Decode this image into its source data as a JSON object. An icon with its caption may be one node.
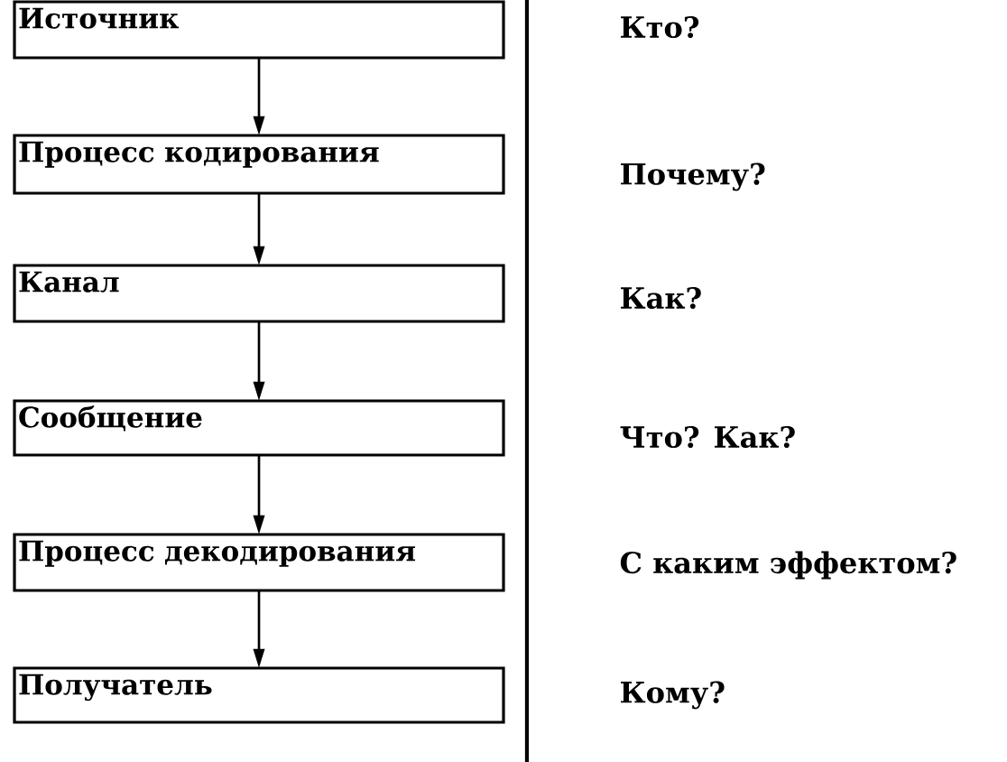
{
  "diagram": {
    "nodes": [
      {
        "text": [
          "Источник"
        ]
      },
      {
        "text": [
          "Процесс кодирования"
        ]
      },
      {
        "text": [
          "Канал"
        ]
      },
      {
        "text": [
          "Сообщение"
        ]
      },
      {
        "text": [
          "Процесс декодирования"
        ]
      },
      {
        "text": [
          "Получатель"
        ]
      }
    ],
    "edges": [
      {
        "from": 0,
        "to": 1,
        "arrow": "to"
      },
      {
        "from": 1,
        "to": 2,
        "arrow": "to"
      },
      {
        "from": 2,
        "to": 3,
        "arrow": "to"
      },
      {
        "from": 3,
        "to": 4,
        "arrow": "to"
      },
      {
        "from": 4,
        "to": 5,
        "arrow": "to"
      }
    ],
    "labels": [
      "Кто?",
      "Почему?",
      "Как?",
      "Что? Как?",
      "С каким эффектом?",
      "Кому?"
    ]
  }
}
